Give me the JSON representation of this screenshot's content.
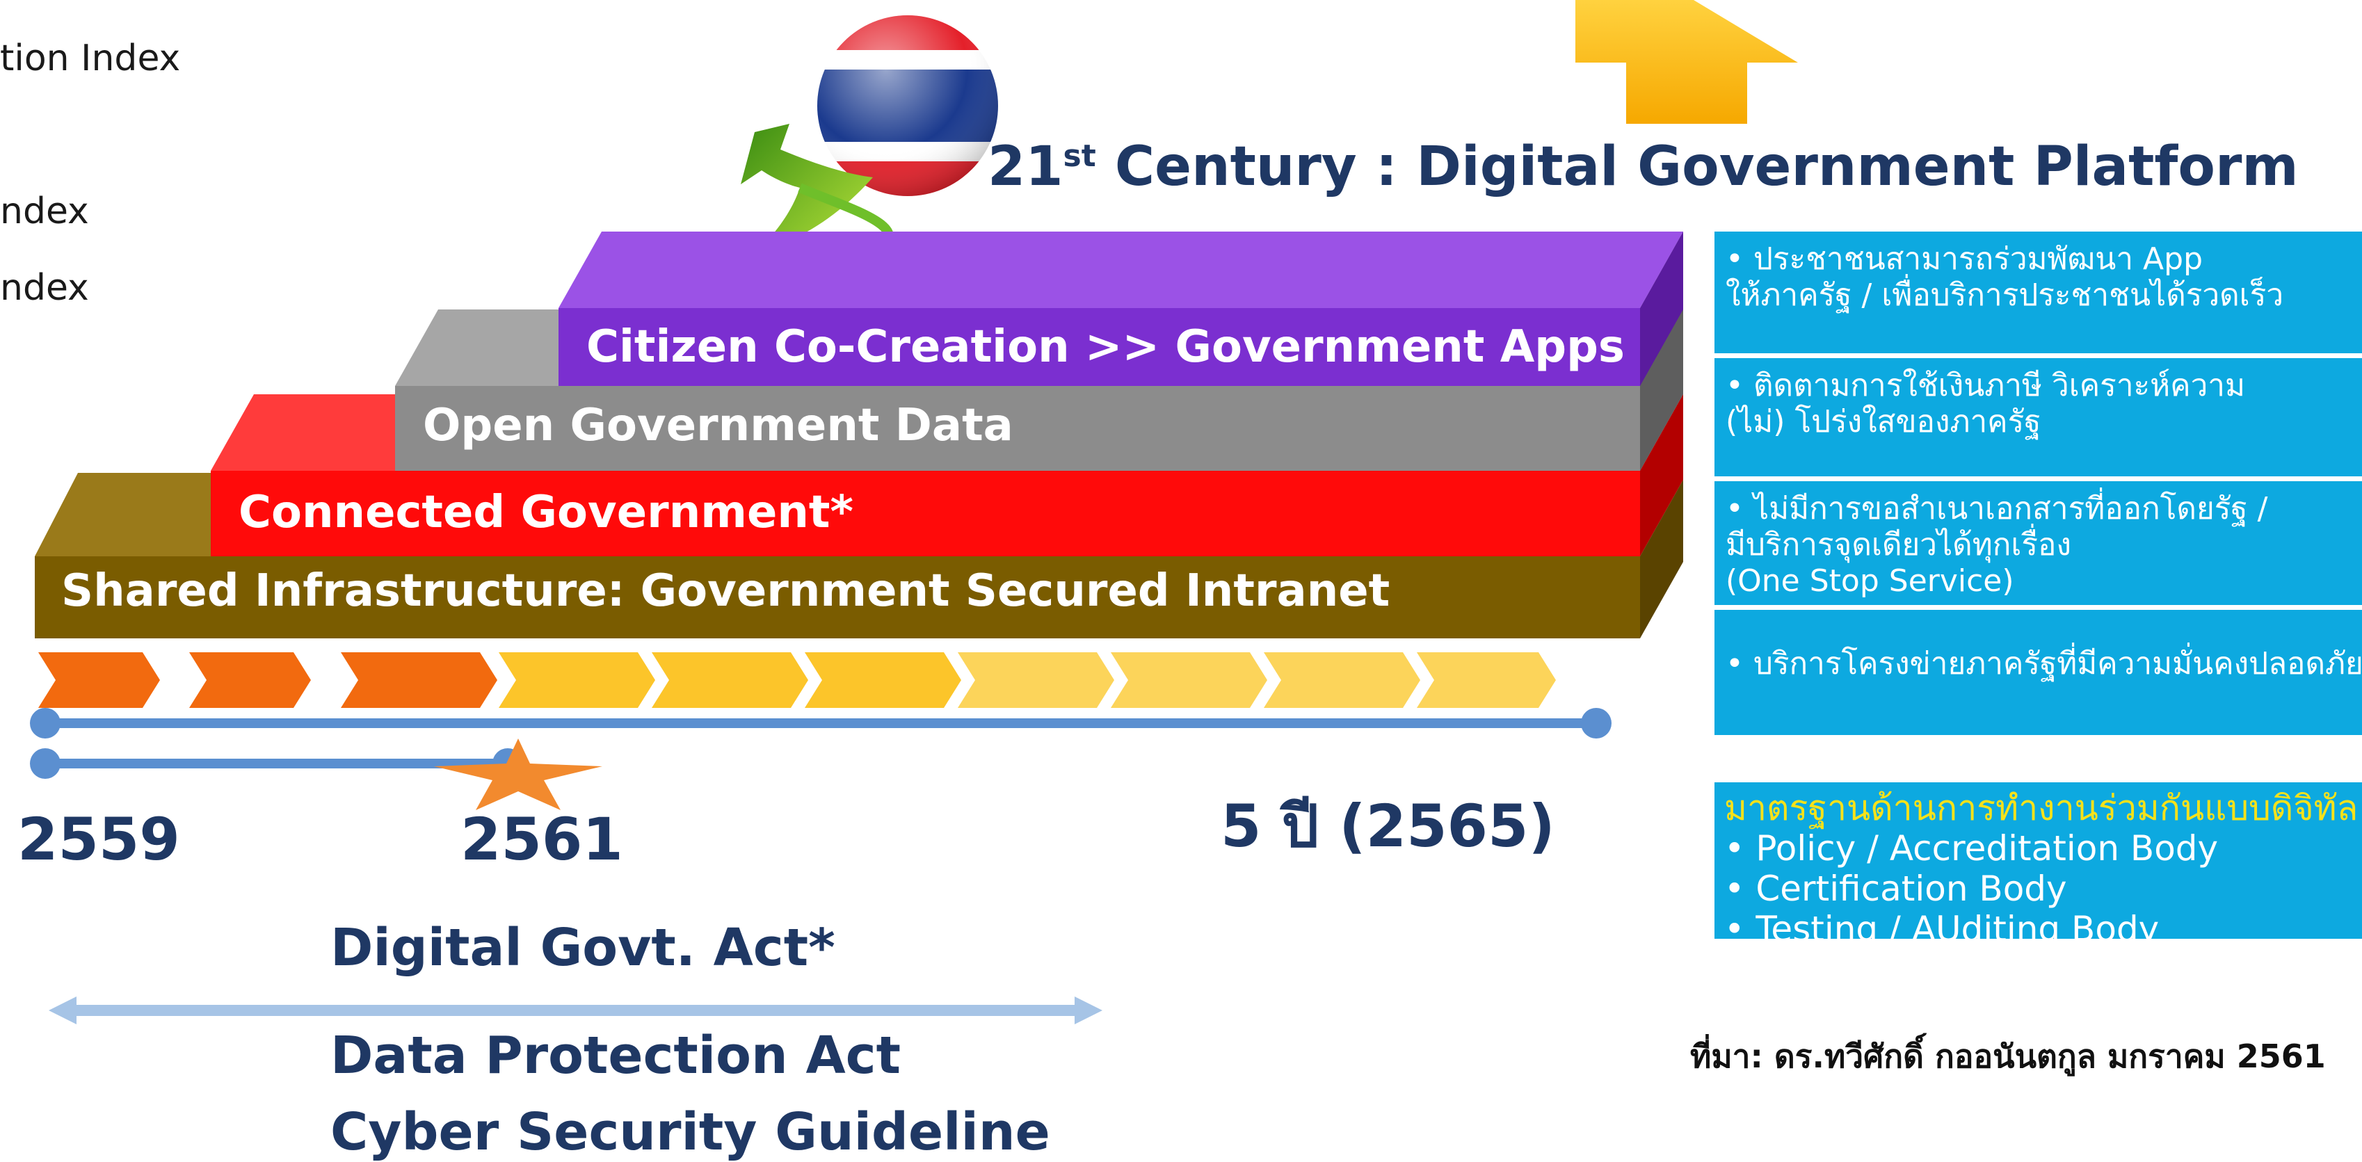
{
  "left_items": [
    "tion Index",
    "ndex",
    "ndex"
  ],
  "platform": {
    "title_prefix": "21",
    "title_sup": "st",
    "title_rest": " Century : Digital Government Platform"
  },
  "layers": {
    "apps": "Citizen Co-Creation >> Government Apps",
    "open_data": "Open Government Data",
    "connected": "Connected Government*",
    "infrastructure": "Shared Infrastructure: Government Secured Intranet"
  },
  "side_boxes": [
    {
      "lines": [
        "• ประชาชนสามารถร่วมพัฒนา App",
        "  ให้ภาครัฐ / เพื่อบริการประชาชนได้รวดเร็ว"
      ]
    },
    {
      "lines": [
        "• ติดตามการใช้เงินภาษี วิเคราะห์ความ",
        "  (ไม่) โปร่งใสของภาครัฐ"
      ]
    },
    {
      "lines": [
        "• ไม่มีการขอสำเนาเอกสารที่ออกโดยรัฐ /",
        "  มีบริการจุดเดียวได้ทุกเรื่อง",
        "  (One Stop Service)"
      ]
    },
    {
      "lines": [
        "• บริการโครงข่ายภาครัฐที่มีความมั่นคงปลอดภัย"
      ]
    }
  ],
  "standards": {
    "title": "มาตรฐานด้านการทำงานร่วมกันแบบดิจิทัล",
    "items": [
      "• Policy  / Accreditation Body",
      "• Certification Body",
      "• Testing / AUditing Body"
    ]
  },
  "timeline": {
    "start_year": "2559",
    "mid_year": "2561",
    "end_label": "5 ปี (2565)"
  },
  "acts": {
    "digital_govt": "Digital Govt. Act*",
    "data_protection": "Data Protection Act",
    "cyber_security": "Cyber Security Guideline"
  },
  "source": "ที่มา: ดร.ทวีศักดิ์ กออนันตกูล มกราคม 2561",
  "colors": {
    "apps": "#7b2fd0",
    "open_data": "#8c8c8c",
    "connected": "#ff0a0a",
    "infrastructure": "#7a5c00",
    "side_box": "#0da9e0",
    "title": "#1f3864",
    "chevron_done": "#f26a0f",
    "chevron_todo": "#fcc52a"
  }
}
